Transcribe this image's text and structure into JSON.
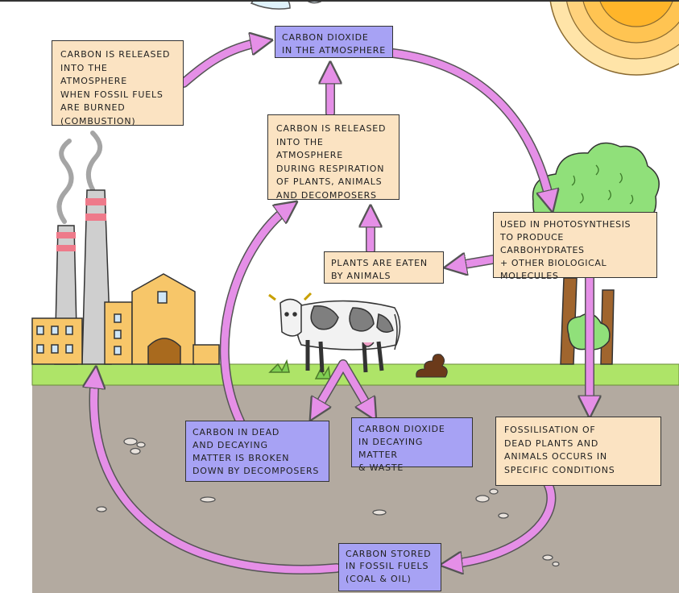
{
  "colors": {
    "arrow": "#e58fe7",
    "peach_box": "#fbe3c2",
    "purple_box": "#a7a2f4",
    "grass": "#aee468",
    "soil": "#b3aaa0",
    "sun_outer": "#ffd88a",
    "sun_inner": "#ffbf3c",
    "building": "#f7c669",
    "tree_leaves": "#90e07a",
    "trunk": "#a0652e"
  },
  "boxes": {
    "co2_atmosphere": "CARBON DIOXIDE\nIN THE ATMOSPHERE",
    "combustion": "CARBON IS RELEASED\nINTO THE ATMOSPHERE\nWHEN FOSSIL FUELS\nARE BURNED\n(COMBUSTION)",
    "respiration": "CARBON IS RELEASED\nINTO THE ATMOSPHERE\nDURING RESPIRATION\nOF PLANTS, ANIMALS\nAND DECOMPOSERS",
    "photosynthesis": "USED IN PHOTOSYNTHESIS\nTO PRODUCE CARBOHYDRATES\n+ OTHER BIOLOGICAL\nMOLECULES",
    "eaten": "PLANTS ARE EATEN\nBY ANIMALS",
    "decomposers": "CARBON IN DEAD\nAND DECAYING\nMATTER IS BROKEN\nDOWN BY DECOMPOSERS",
    "decaying": "CARBON DIOXIDE\nIN DECAYING MATTER\n& WASTE",
    "fossilisation": "FOSSILISATION OF\nDEAD PLANTS AND\nANIMALS OCCURS IN\nSPECIFIC CONDITIONS",
    "fossil_fuels": "CARBON STORED\nIN FOSSIL FUELS\n(COAL & OIL)"
  },
  "illustrations": [
    "sun",
    "clouds",
    "power-station",
    "smoke",
    "cow",
    "dung",
    "trees",
    "grass",
    "soil",
    "stones"
  ]
}
